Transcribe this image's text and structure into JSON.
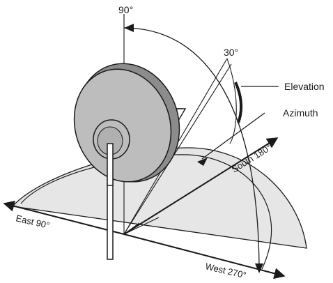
{
  "labels": {
    "elevation_top": "90°",
    "elevation_angle": "30°",
    "elevation": "Elevation",
    "azimuth": "Azimuth",
    "south": "South 180°",
    "east": "East 90°",
    "west": "West 270°"
  },
  "colors": {
    "line": "#1a1a1a",
    "dish_face": "#bdbdbd",
    "dish_rim": "#8c8c8c",
    "ground": "#e6e6e6"
  }
}
